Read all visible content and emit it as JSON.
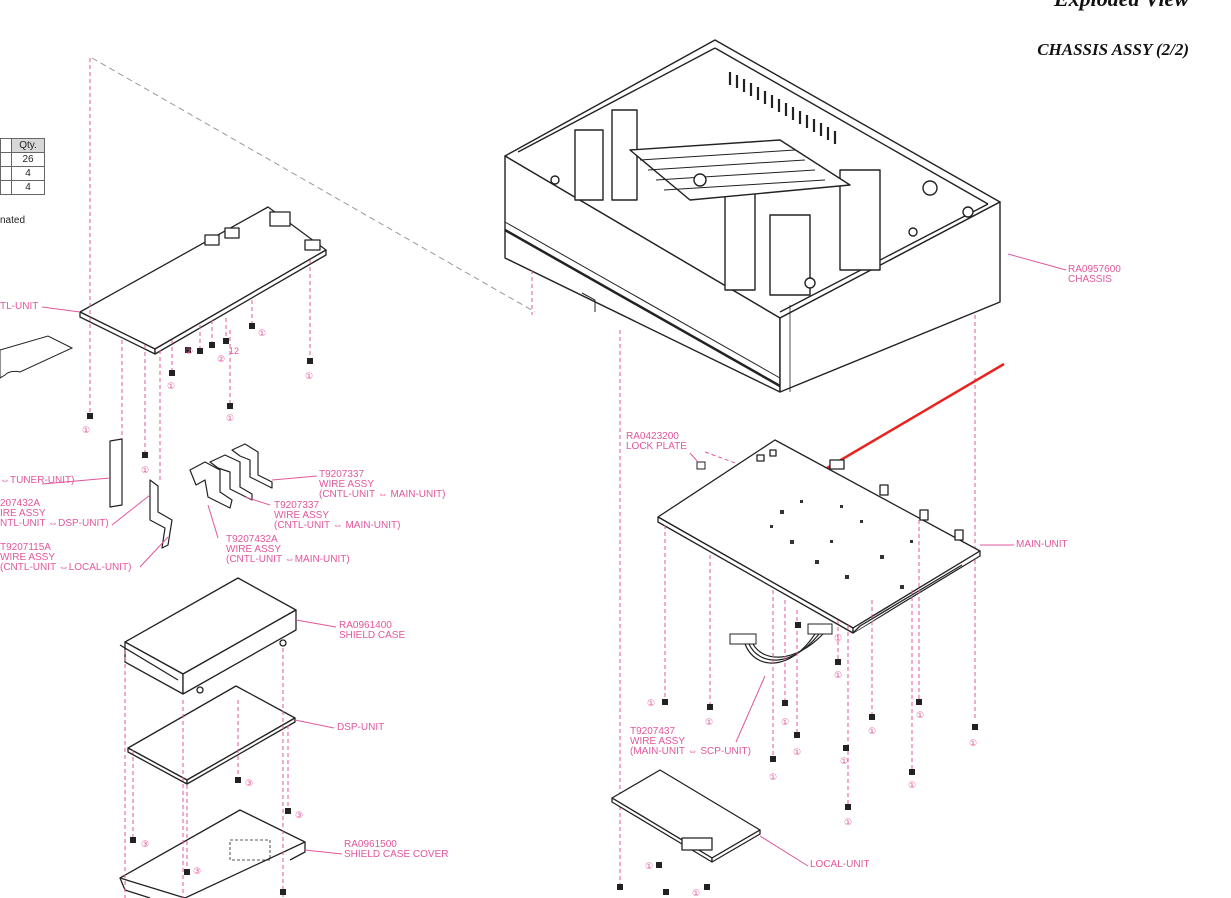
{
  "header": {
    "title": "Exploded View",
    "subtitle": "CHASSIS ASSY (2/2)"
  },
  "qty_table": {
    "header": "Qty.",
    "rows": [
      "26",
      "4",
      "4"
    ],
    "note": "nated"
  },
  "labels": {
    "chassis_code": "RA0957600",
    "chassis_name": "CHASSIS",
    "lock_plate_code": "RA0423200",
    "lock_plate_name": "LOCK PLATE",
    "main_unit": "MAIN-UNIT",
    "cntl_unit": "TL-UNIT",
    "tuner_unit": "⇔TUNER-UNIT)",
    "wire1_code": "T9207337",
    "wire1_name": "WIRE ASSY",
    "wire1_conn": "(CNTL-UNIT ⇔ MAIN-UNIT)",
    "wire2_code": "T9207337",
    "wire2_name": "WIRE ASSY",
    "wire2_conn": "(CNTL-UNIT ⇔ MAIN-UNIT)",
    "wire3_code": "T9207432A",
    "wire3_name": "WIRE ASSY",
    "wire3_conn": "(CNTL-UNIT ⇔MAIN-UNIT)",
    "wire4_code": "207432A",
    "wire4_name": "IRE ASSY",
    "wire4_conn": "NTL-UNIT ⇔DSP-UNIT)",
    "wire5_code": "T9207115A",
    "wire5_name": "WIRE ASSY",
    "wire5_conn": "(CNTL-UNIT ⇔LOCAL-UNIT)",
    "shield_case_code": "RA0961400",
    "shield_case_name": "SHIELD CASE",
    "dsp_unit": "DSP-UNIT",
    "shield_cover_code": "RA0961500",
    "shield_cover_name": "SHIELD CASE COVER",
    "wire6_code": "T9207437",
    "wire6_name": "WIRE ASSY",
    "wire6_conn": "(MAIN-UNIT ⇔ SCP-UNIT)",
    "local_unit": "LOCAL-UNIT"
  },
  "screw_refs": {
    "one": "①",
    "two": "②",
    "three": "③",
    "twelve": "12"
  },
  "colors": {
    "label": "#e1579c",
    "line": "#222222",
    "arrow": "#e8231f"
  }
}
